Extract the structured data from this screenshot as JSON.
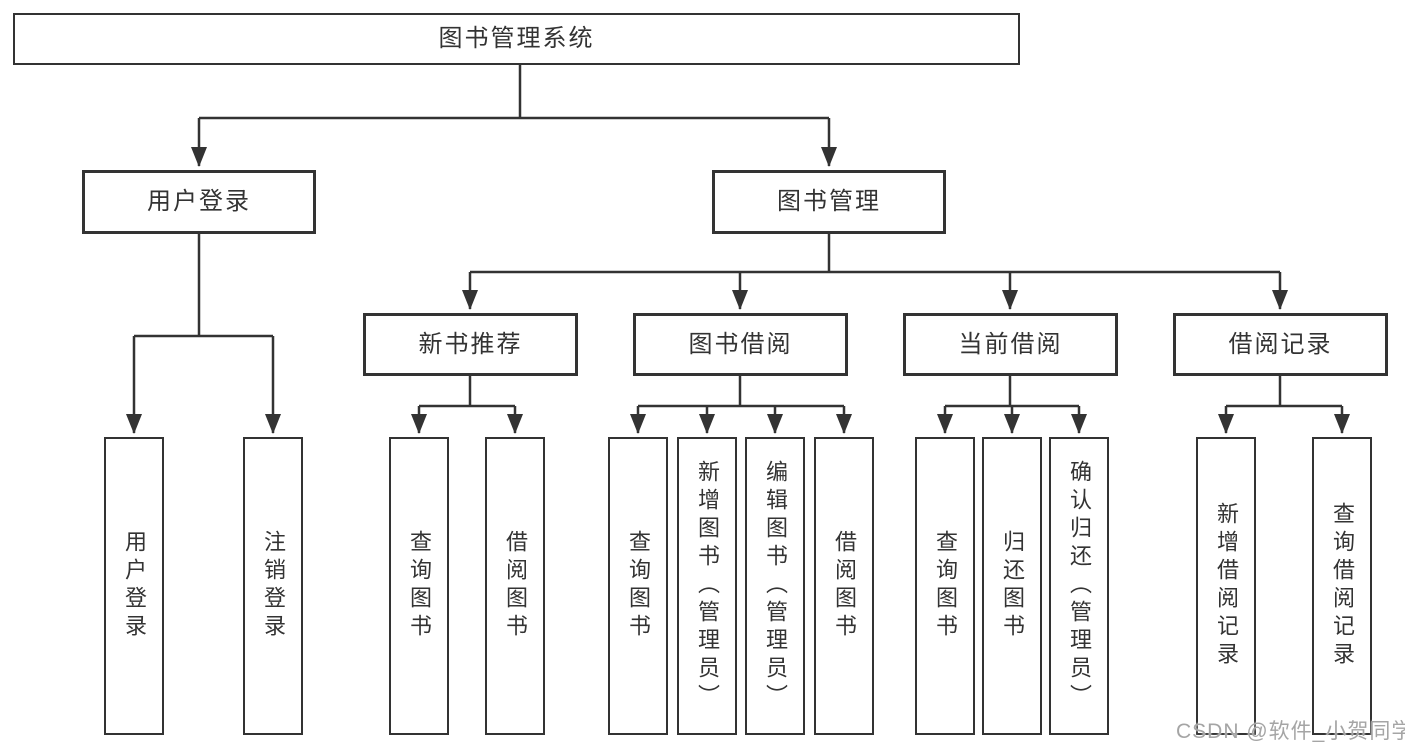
{
  "diagram": {
    "title": "图书管理系统",
    "branches": [
      {
        "label": "用户登录",
        "children": [
          {
            "label": "用户登录"
          },
          {
            "label": "注销登录"
          }
        ]
      },
      {
        "label": "图书管理",
        "children": [
          {
            "label": "新书推荐",
            "children": [
              {
                "label": "查询图书"
              },
              {
                "label": "借阅图书"
              }
            ]
          },
          {
            "label": "图书借阅",
            "children": [
              {
                "label": "查询图书"
              },
              {
                "label": "新增图书（管理员）"
              },
              {
                "label": "编辑图书（管理员）"
              },
              {
                "label": "借阅图书"
              }
            ]
          },
          {
            "label": "当前借阅",
            "children": [
              {
                "label": "查询图书"
              },
              {
                "label": "归还图书"
              },
              {
                "label": "确认归还（管理员）"
              }
            ]
          },
          {
            "label": "借阅记录",
            "children": [
              {
                "label": "新增借阅记录"
              },
              {
                "label": "查询借阅记录"
              }
            ]
          }
        ]
      }
    ]
  },
  "watermark": {
    "text": "CSDN @软件_小贺同学"
  },
  "colors": {
    "line": "#333333",
    "box_border": "#333333",
    "text": "#333333",
    "watermark": "#a5a5a5",
    "background": "#ffffff"
  }
}
